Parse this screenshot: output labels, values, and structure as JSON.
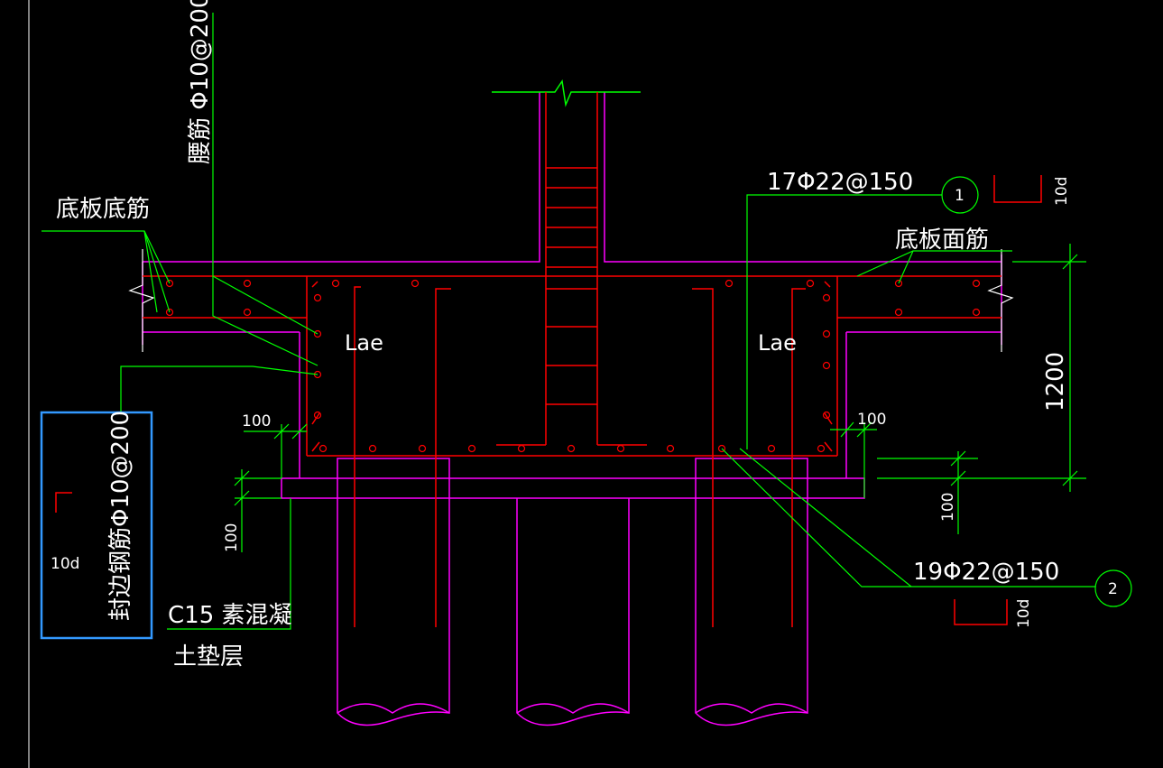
{
  "colors": {
    "background": "#000000",
    "concrete_outline": "#ff00ff",
    "rebar": "#ff0000",
    "leader_dimension": "#00ff00",
    "text": "#ffffff",
    "selection_box": "#3399ff"
  },
  "labels": {
    "bottom_slab_bottom_rebar": "底板底筋",
    "waist_rebar": "腰筋 Φ10@200",
    "top_rebar_spec": "17Φ22@150",
    "bottom_slab_top_rebar": "底板面筋",
    "lae_left": "Lae",
    "lae_right": "Lae",
    "bottom_rebar_spec": "19Φ22@150",
    "edge_seal_rebar": "封边钢筋Φ10@200",
    "hook_10d_box": "10d",
    "hook_10d_top": "10d",
    "hook_10d_bottom": "10d",
    "cushion_concrete": "C15  素混凝",
    "cushion_layer": "土垫层"
  },
  "markers": {
    "marker_1": "1",
    "marker_2": "2"
  },
  "dimensions": {
    "depth_1200": "1200",
    "cushion_offset_left": "100",
    "cushion_offset_right": "100",
    "cushion_thickness_left": "100",
    "cushion_thickness_right": "100"
  }
}
